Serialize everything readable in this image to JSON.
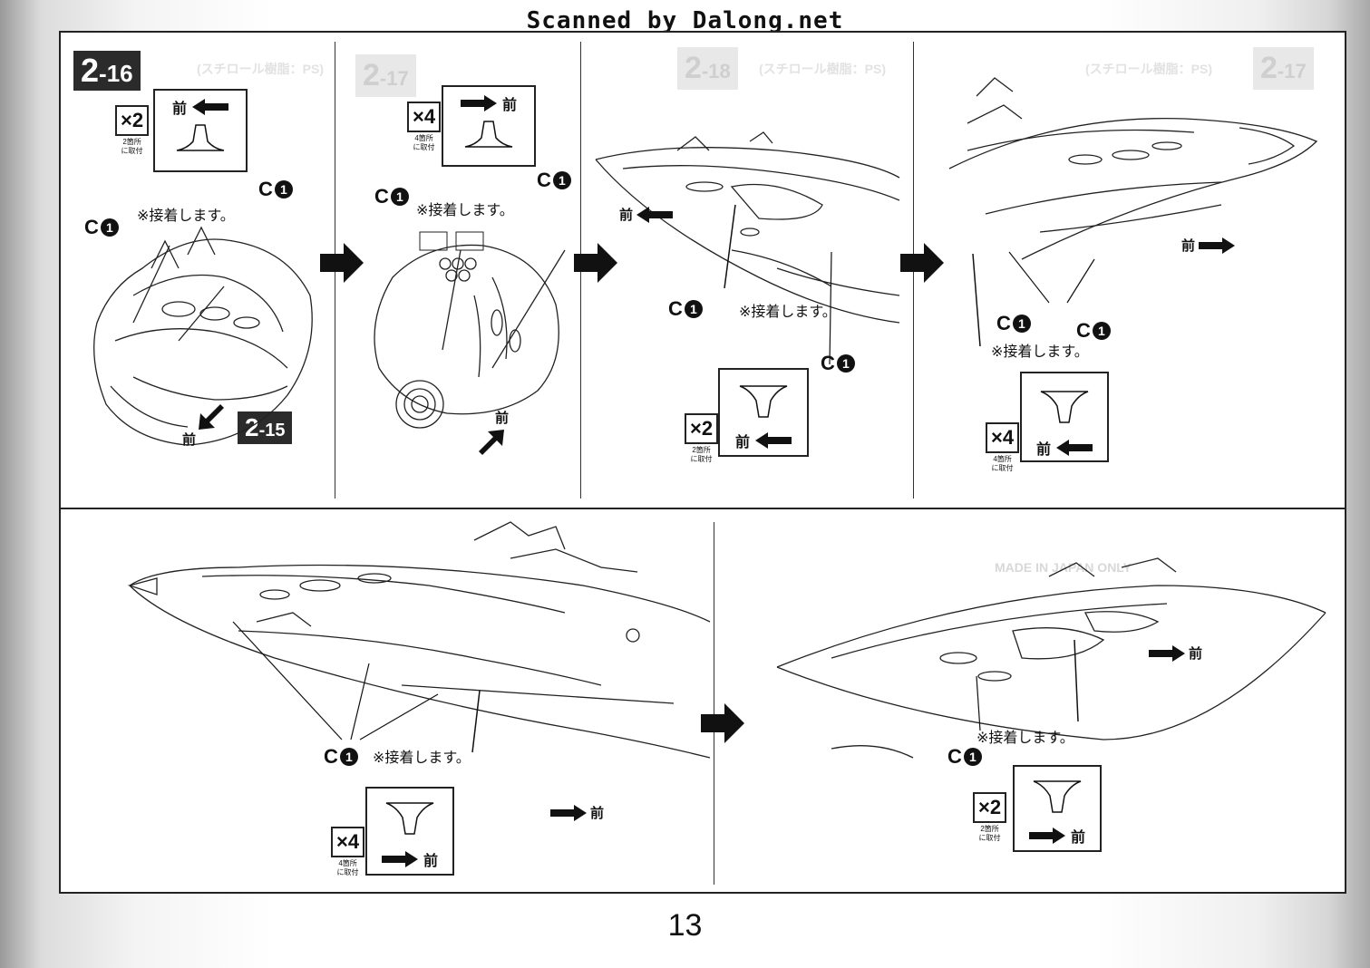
{
  "header": {
    "scan_credit": "Scanned by Dalong.net"
  },
  "page_number": "13",
  "steps": {
    "s216": {
      "badge_main": "2",
      "badge_sub": "-16"
    },
    "s215": {
      "badge_main": "2",
      "badge_sub": "-15"
    },
    "s217": {
      "badge_main": "2",
      "badge_sub": "-17"
    },
    "s218": {
      "badge_main": "2",
      "badge_sub": "-18"
    }
  },
  "part_label": {
    "letter": "C",
    "number": "1"
  },
  "glue_note": "※接着します。",
  "forward": "前",
  "quantities": {
    "x2": {
      "count": "×2",
      "note_line1": "2箇所",
      "note_line2": "に取付"
    },
    "x4": {
      "count": "×4",
      "note_line1": "4箇所",
      "note_line2": "に取付"
    }
  },
  "background_print": {
    "styrene_header": "(スチロール樹脂：PS)",
    "made_in_japan": "MADE IN JAPAN ONLY"
  },
  "icons": [
    "arrow-right-icon",
    "arrow-left-icon",
    "spaceship-illustration",
    "part-c1-illustration"
  ]
}
